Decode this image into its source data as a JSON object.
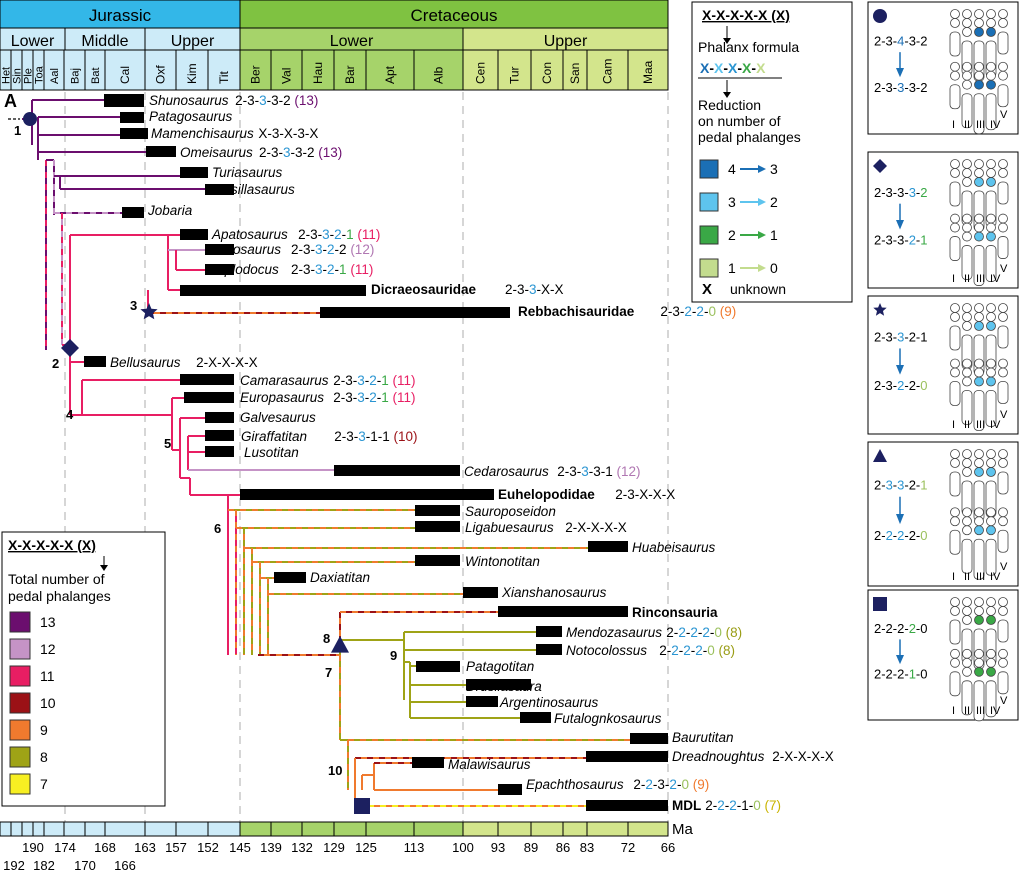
{
  "panel_label": "A",
  "timescale": {
    "periods": [
      "Jurassic",
      "Cretaceous"
    ],
    "epochs": [
      "Lower",
      "Middle",
      "Upper",
      "Lower",
      "Upper"
    ],
    "stages": [
      "Het",
      "Sin",
      "Ple",
      "Toa",
      "Aal",
      "Baj",
      "Bat",
      "Cal",
      "Oxf",
      "Kim",
      "Tit",
      "Ber",
      "Val",
      "Hau",
      "Bar",
      "Apt",
      "Alb",
      "Cen",
      "Tur",
      "Con",
      "San",
      "Cam",
      "Maa"
    ],
    "axis_unit": "Ma",
    "ticks_upper": [
      "190",
      "174",
      "168",
      "163",
      "157",
      "152",
      "145",
      "139",
      "132",
      "129",
      "125",
      "113",
      "100",
      "93",
      "89",
      "86",
      "83",
      "72",
      "66"
    ],
    "ticks_lower": [
      "192",
      "182",
      "170",
      "166"
    ]
  },
  "node_numbers": [
    "1",
    "2",
    "3",
    "4",
    "5",
    "6",
    "7",
    "8",
    "9",
    "10"
  ],
  "taxa": [
    {
      "name": "Shunosaurus",
      "style": "it",
      "formula": [
        [
          "2-3-",
          "k"
        ],
        [
          "3",
          "c"
        ],
        [
          "-3-2 ",
          "k"
        ],
        [
          "(13)",
          "p13"
        ]
      ]
    },
    {
      "name": "Patagosaurus",
      "style": "it",
      "formula": []
    },
    {
      "name": "Mamenchisaurus",
      "style": "it",
      "formula": [
        [
          "X-3-X-3-X",
          "k"
        ]
      ]
    },
    {
      "name": "Omeisaurus",
      "style": "it",
      "formula": [
        [
          "2-3-",
          "k"
        ],
        [
          "3",
          "c"
        ],
        [
          "-3-2 ",
          "k"
        ],
        [
          "(13)",
          "p13"
        ]
      ]
    },
    {
      "name": "Turiasaurus",
      "style": "it",
      "formula": []
    },
    {
      "name": "Losillasaurus",
      "style": "it",
      "formula": []
    },
    {
      "name": "Jobaria",
      "style": "it",
      "formula": []
    },
    {
      "name": "Apatosaurus",
      "style": "it",
      "formula": [
        [
          "2-3-",
          "k"
        ],
        [
          "3",
          "c"
        ],
        [
          "-",
          "k"
        ],
        [
          "2",
          "c"
        ],
        [
          "-",
          "k"
        ],
        [
          "1",
          "g"
        ],
        [
          " ",
          "k"
        ],
        [
          "(11)",
          "p11"
        ]
      ]
    },
    {
      "name": "Barosaurus",
      "style": "it",
      "formula": [
        [
          "2-3-",
          "k"
        ],
        [
          "3",
          "c"
        ],
        [
          "-",
          "k"
        ],
        [
          "2",
          "c"
        ],
        [
          "-2 ",
          "k"
        ],
        [
          "(12)",
          "p12"
        ]
      ]
    },
    {
      "name": "Diplodocus",
      "style": "it",
      "formula": [
        [
          "2-3-",
          "k"
        ],
        [
          "3",
          "c"
        ],
        [
          "-",
          "k"
        ],
        [
          "2",
          "c"
        ],
        [
          "-",
          "k"
        ],
        [
          "1",
          "g"
        ],
        [
          " ",
          "k"
        ],
        [
          "(11)",
          "p11"
        ]
      ]
    },
    {
      "name": "Dicraeosauridae",
      "style": "bd",
      "formula": [
        [
          "2-3-",
          "k"
        ],
        [
          "3",
          "c"
        ],
        [
          "-X-X",
          "k"
        ]
      ]
    },
    {
      "name": "Rebbachisauridae",
      "style": "bd",
      "formula": [
        [
          "2-3-",
          "k"
        ],
        [
          "2",
          "c"
        ],
        [
          "-",
          "k"
        ],
        [
          "2",
          "c"
        ],
        [
          "-",
          "k"
        ],
        [
          "0",
          "lg"
        ],
        [
          " ",
          "k"
        ],
        [
          "(9)",
          "p9"
        ]
      ]
    },
    {
      "name": "Bellusaurus",
      "style": "it",
      "formula": [
        [
          "2-X-X-X-X",
          "k"
        ]
      ]
    },
    {
      "name": "Camarasaurus",
      "style": "it",
      "formula": [
        [
          "2-3-",
          "k"
        ],
        [
          "3",
          "c"
        ],
        [
          "-",
          "k"
        ],
        [
          "2",
          "c"
        ],
        [
          "-",
          "k"
        ],
        [
          "1",
          "g"
        ],
        [
          " ",
          "k"
        ],
        [
          "(11)",
          "p11"
        ]
      ]
    },
    {
      "name": "Europasaurus",
      "style": "it",
      "formula": [
        [
          "2-3-",
          "k"
        ],
        [
          "3",
          "c"
        ],
        [
          "-",
          "k"
        ],
        [
          "2",
          "c"
        ],
        [
          "-",
          "k"
        ],
        [
          "1",
          "g"
        ],
        [
          " ",
          "k"
        ],
        [
          "(11)",
          "p11"
        ]
      ]
    },
    {
      "name": "Galvesaurus",
      "style": "it",
      "formula": []
    },
    {
      "name": "Giraffatitan",
      "style": "it",
      "formula": [
        [
          "2-3-",
          "k"
        ],
        [
          "3",
          "c"
        ],
        [
          "-1-1 ",
          "k"
        ],
        [
          "(10)",
          "p10"
        ]
      ]
    },
    {
      "name": "Lusotitan",
      "style": "it",
      "formula": []
    },
    {
      "name": "Cedarosaurus",
      "style": "it",
      "formula": [
        [
          "2-3-",
          "k"
        ],
        [
          "3",
          "c"
        ],
        [
          "-3-1 ",
          "k"
        ],
        [
          "(12)",
          "p12"
        ]
      ]
    },
    {
      "name": "Euhelopodidae",
      "style": "bd",
      "formula": [
        [
          "2-3-X-X-X",
          "k"
        ]
      ]
    },
    {
      "name": "Sauroposeidon",
      "style": "it",
      "formula": []
    },
    {
      "name": "Ligabuesaurus",
      "style": "it",
      "formula": [
        [
          "2-X-X-X-X",
          "k"
        ]
      ]
    },
    {
      "name": "Huabeisaurus",
      "style": "it",
      "formula": []
    },
    {
      "name": "Wintonotitan",
      "style": "it",
      "formula": []
    },
    {
      "name": "Daxiatitan",
      "style": "it",
      "formula": []
    },
    {
      "name": "Xianshanosaurus",
      "style": "it",
      "formula": []
    },
    {
      "name": "Rinconsauria",
      "style": "bd",
      "formula": []
    },
    {
      "name": "Mendozasaurus",
      "style": "it",
      "formula": [
        [
          "2-",
          "k"
        ],
        [
          "2",
          "c"
        ],
        [
          "-",
          "k"
        ],
        [
          "2",
          "c"
        ],
        [
          "-",
          "k"
        ],
        [
          "2",
          "c"
        ],
        [
          "-",
          "k"
        ],
        [
          "0",
          "lg"
        ],
        [
          " ",
          "k"
        ],
        [
          "(8)",
          "p8"
        ]
      ]
    },
    {
      "name": "Notocolossus",
      "style": "it",
      "formula": [
        [
          "2-",
          "k"
        ],
        [
          "2",
          "c"
        ],
        [
          "-",
          "k"
        ],
        [
          "2",
          "c"
        ],
        [
          "-",
          "k"
        ],
        [
          "2",
          "c"
        ],
        [
          "-",
          "k"
        ],
        [
          "0",
          "lg"
        ],
        [
          " ",
          "k"
        ],
        [
          "(8)",
          "p8"
        ]
      ]
    },
    {
      "name": "Patagotitan",
      "style": "it",
      "formula": []
    },
    {
      "name": "Drusilasaura",
      "style": "it",
      "formula": []
    },
    {
      "name": "Argentinosaurus",
      "style": "it",
      "formula": []
    },
    {
      "name": "Futalognkosaurus",
      "style": "it",
      "formula": []
    },
    {
      "name": "Baurutitan",
      "style": "it",
      "formula": []
    },
    {
      "name": "Dreadnoughtus",
      "style": "it",
      "formula": [
        [
          "2-X-X-X-X",
          "k"
        ]
      ]
    },
    {
      "name": "Malawisaurus",
      "style": "it",
      "formula": []
    },
    {
      "name": "Epachthosaurus",
      "style": "it",
      "formula": [
        [
          "2-",
          "k"
        ],
        [
          "2",
          "c"
        ],
        [
          "-3-",
          "k"
        ],
        [
          "2",
          "c"
        ],
        [
          "-",
          "k"
        ],
        [
          "0",
          "lg"
        ],
        [
          " ",
          "k"
        ],
        [
          "(9)",
          "p9"
        ]
      ]
    },
    {
      "name": "MDL",
      "style": "bd",
      "formula": [
        [
          "2-",
          "k"
        ],
        [
          "2",
          "c"
        ],
        [
          "-",
          "k"
        ],
        [
          "2",
          "c"
        ],
        [
          "-1-",
          "k"
        ],
        [
          "0",
          "lg"
        ],
        [
          " ",
          "k"
        ],
        [
          "(7)",
          "p7b"
        ]
      ]
    }
  ],
  "reduction_legend": {
    "formula_title": "X-X-X-X-X (X)",
    "phalanx_formula_label": "Phalanx formula",
    "colored_formula": [
      "X",
      "-",
      "X",
      "-",
      "X",
      "-",
      "X",
      "-",
      "X"
    ],
    "reduction_label": [
      "Reduction",
      "on number of",
      "pedal phalanges"
    ],
    "items": [
      {
        "from": "4",
        "to": "3",
        "color": "#1b6fb5"
      },
      {
        "from": "3",
        "to": "2",
        "color": "#5ec4ee"
      },
      {
        "from": "2",
        "to": "1",
        "color": "#3aa846"
      },
      {
        "from": "1",
        "to": "0",
        "color": "#c3dc8e"
      }
    ],
    "unknown_symbol": "X",
    "unknown_label": "unknown"
  },
  "total_legend": {
    "title": "X-X-X-X-X (X)",
    "label": [
      "Total number of",
      "pedal phalanges"
    ],
    "items": [
      {
        "value": "13",
        "color": "#6b0e6e"
      },
      {
        "value": "12",
        "color": "#c593c6"
      },
      {
        "value": "11",
        "color": "#e81e63"
      },
      {
        "value": "10",
        "color": "#9b1116"
      },
      {
        "value": "9",
        "color": "#f07a2e"
      },
      {
        "value": "8",
        "color": "#9fa316"
      },
      {
        "value": "7",
        "color": "#f7ef22"
      }
    ]
  },
  "foot_panels": [
    {
      "symbol": "circle",
      "top": [
        [
          "2-3-",
          "k"
        ],
        [
          "4",
          "b"
        ],
        [
          "-3-2",
          "k"
        ]
      ],
      "bottom": [
        [
          "2-3-",
          "k"
        ],
        [
          "3",
          "b"
        ],
        [
          "-3-2",
          "k"
        ]
      ],
      "digits": [
        "I",
        "II",
        "III",
        "IV",
        "V"
      ]
    },
    {
      "symbol": "diamond",
      "top": [
        [
          "2-3-3-",
          "k"
        ],
        [
          "3",
          "c"
        ],
        [
          "-",
          "k"
        ],
        [
          "2",
          "g"
        ]
      ],
      "bottom": [
        [
          "2-3-3-",
          "k"
        ],
        [
          "2",
          "c"
        ],
        [
          "-",
          "k"
        ],
        [
          "1",
          "g"
        ]
      ],
      "digits": [
        "I",
        "II",
        "III",
        "IV",
        "V"
      ]
    },
    {
      "symbol": "star",
      "top": [
        [
          "2-3-",
          "k"
        ],
        [
          "3",
          "c"
        ],
        [
          "-2-1",
          "k"
        ]
      ],
      "bottom": [
        [
          "2-3-",
          "k"
        ],
        [
          "2",
          "c"
        ],
        [
          "-2-",
          "k"
        ],
        [
          "0",
          "lg"
        ]
      ],
      "digits": [
        "I",
        "II",
        "III",
        "IV",
        "V"
      ]
    },
    {
      "symbol": "triangle",
      "top": [
        [
          "2-",
          "k"
        ],
        [
          "3",
          "c"
        ],
        [
          "-",
          "k"
        ],
        [
          "3",
          "c"
        ],
        [
          "-2-",
          "k"
        ],
        [
          "1",
          "lg"
        ]
      ],
      "bottom": [
        [
          "2-",
          "k"
        ],
        [
          "2",
          "c"
        ],
        [
          "-",
          "k"
        ],
        [
          "2",
          "c"
        ],
        [
          "-2-",
          "k"
        ],
        [
          "0",
          "lg"
        ]
      ],
      "digits": [
        "I",
        "II",
        "III",
        "IV",
        "V"
      ]
    },
    {
      "symbol": "square",
      "top": [
        [
          "2-2-2-",
          "k"
        ],
        [
          "2",
          "g"
        ],
        [
          "-0",
          "k"
        ]
      ],
      "bottom": [
        [
          "2-2-2-",
          "k"
        ],
        [
          "1",
          "g"
        ],
        [
          "-0",
          "k"
        ]
      ],
      "digits": [
        "I",
        "II",
        "III",
        "IV",
        "V"
      ]
    }
  ],
  "colors": {
    "jurassic": "#33b7e8",
    "jurassic_light": "#cdebf8",
    "cretaceous": "#7fc241",
    "cret_lower": "#a6d36a",
    "cret_upper": "#d3e58c",
    "node_symbol": "#1c2060"
  }
}
